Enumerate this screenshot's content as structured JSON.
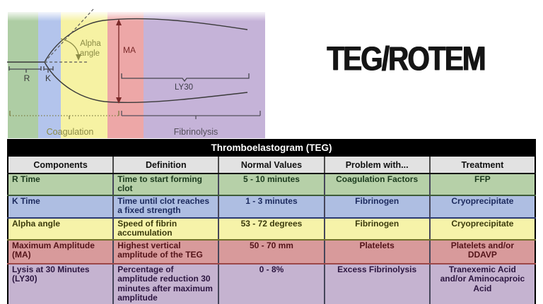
{
  "slide": {
    "title": "TEG/ROTEM"
  },
  "diagram": {
    "bands": {
      "green": "#aecda4",
      "blue": "#b3c4ec",
      "yellow": "#f6f2a3",
      "red": "#eda7a7",
      "purple": "#c5b3d8"
    },
    "labels": {
      "r": "R",
      "k": "K",
      "alpha_1": "Alpha",
      "alpha_2": "angle",
      "ma": "MA",
      "ly30": "LY30",
      "coagulation": "Coagulation",
      "fibrinolysis": "Fibrinolysis"
    }
  },
  "table": {
    "title": "Thromboelastogram (TEG)",
    "title_bg": "#000000",
    "title_text": "#ffffff",
    "header_bg": "#e2e2e2",
    "header_text": "#111111",
    "headers": [
      "Components",
      "Definition",
      "Normal Values",
      "Problem with...",
      "Treatment"
    ],
    "rows": [
      {
        "component": "R Time",
        "definition": "Time to start forming clot",
        "normal_values": "5 - 10 minutes",
        "problem_with": "Coagulation Factors",
        "treatment": "FFP",
        "bg": "#b6d0a8",
        "text": "#1b3a1d",
        "border": "#3e5c38"
      },
      {
        "component": "K Time",
        "definition": "Time until clot reaches a fixed strength",
        "normal_values": "1 - 3 minutes",
        "problem_with": "Fibrinogen",
        "treatment": "Cryoprecipitate",
        "bg": "#aebee2",
        "text": "#1c2a5e",
        "border": "#2c3a72"
      },
      {
        "component": "Alpha angle",
        "definition": "Speed of fibrin accumulation",
        "normal_values": "53 - 72 degrees",
        "problem_with": "Fibrinogen",
        "treatment": "Cryoprecipitate",
        "bg": "#f6f3a9",
        "text": "#3b3a0c",
        "border": "#73722c"
      },
      {
        "component": "Maximum Amplitude (MA)",
        "definition": "Highest vertical amplitude of the TEG",
        "normal_values": "50 - 70 mm",
        "problem_with": "Platelets",
        "treatment": "Platelets and/or DDAVP",
        "bg": "#d89a9b",
        "text": "#541419",
        "border": "#9c4848"
      },
      {
        "component": "Lysis at 30 Minutes (LY30)",
        "definition": "Percentage of amplitude reduction 30 minutes after maximum amplitude",
        "normal_values": "0 - 8%",
        "problem_with": "Excess Fibrinolysis",
        "treatment": "Tranexemic Acid and/or Aminocaproic Acid",
        "bg": "#c5b3d0",
        "text": "#2c1640",
        "border": "#4c3a62"
      }
    ]
  }
}
